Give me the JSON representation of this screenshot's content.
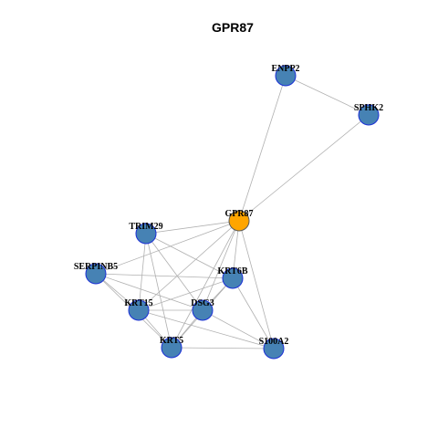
{
  "title": "GPR87",
  "colors": {
    "hub_fill": "#FFA500",
    "hub_stroke": "#5a5a5a",
    "node_fill": "#4682B4",
    "node_stroke": "#1a2fd6",
    "edge": "#b0b0b0"
  },
  "nodes": [
    {
      "id": "ENPP2",
      "label": "ENPP2",
      "hub": false
    },
    {
      "id": "SPHK2",
      "label": "SPHK2",
      "hub": false
    },
    {
      "id": "GPR87",
      "label": "GPR87",
      "hub": true
    },
    {
      "id": "TRIM29",
      "label": "TRIM29",
      "hub": false
    },
    {
      "id": "SERPINB5",
      "label": "SERPINB5",
      "hub": false
    },
    {
      "id": "KRT6B",
      "label": "KRT6B",
      "hub": false
    },
    {
      "id": "KRT15",
      "label": "KRT15",
      "hub": false
    },
    {
      "id": "DSG3",
      "label": "DSG3",
      "hub": false
    },
    {
      "id": "KRT5",
      "label": "KRT5",
      "hub": false
    },
    {
      "id": "S100A2",
      "label": "S100A2",
      "hub": false
    }
  ],
  "edges": [
    [
      "ENPP2",
      "SPHK2"
    ],
    [
      "ENPP2",
      "GPR87"
    ],
    [
      "SPHK2",
      "GPR87"
    ],
    [
      "GPR87",
      "TRIM29"
    ],
    [
      "GPR87",
      "SERPINB5"
    ],
    [
      "GPR87",
      "KRT6B"
    ],
    [
      "GPR87",
      "KRT15"
    ],
    [
      "GPR87",
      "DSG3"
    ],
    [
      "GPR87",
      "KRT5"
    ],
    [
      "GPR87",
      "S100A2"
    ],
    [
      "TRIM29",
      "KRT6B"
    ],
    [
      "TRIM29",
      "KRT15"
    ],
    [
      "TRIM29",
      "DSG3"
    ],
    [
      "TRIM29",
      "KRT5"
    ],
    [
      "SERPINB5",
      "KRT15"
    ],
    [
      "SERPINB5",
      "DSG3"
    ],
    [
      "SERPINB5",
      "KRT5"
    ],
    [
      "SERPINB5",
      "KRT6B"
    ],
    [
      "KRT6B",
      "KRT15"
    ],
    [
      "KRT6B",
      "DSG3"
    ],
    [
      "KRT6B",
      "KRT5"
    ],
    [
      "KRT6B",
      "S100A2"
    ],
    [
      "KRT15",
      "DSG3"
    ],
    [
      "KRT15",
      "KRT5"
    ],
    [
      "KRT15",
      "S100A2"
    ],
    [
      "DSG3",
      "KRT5"
    ],
    [
      "DSG3",
      "S100A2"
    ],
    [
      "KRT5",
      "S100A2"
    ]
  ]
}
